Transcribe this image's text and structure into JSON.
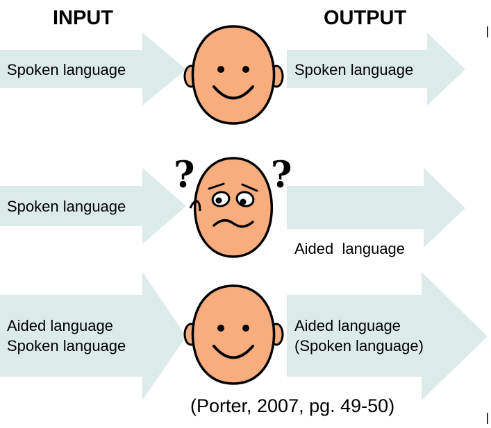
{
  "headers": {
    "input": "INPUT",
    "output": "OUTPUT"
  },
  "rows": [
    {
      "face": "happy-face",
      "input_lines": [
        "Spoken language"
      ],
      "output_lines": [
        "Spoken language"
      ]
    },
    {
      "face": "confused-face",
      "input_lines": [
        "Spoken language"
      ],
      "output_lines": [
        "Aided  language"
      ]
    },
    {
      "face": "happy-face",
      "input_lines": [
        "Aided language",
        "Spoken language"
      ],
      "output_lines": [
        "Aided language",
        "(Spoken language)"
      ]
    }
  ],
  "citation": "(Porter, 2007, pg. 49-50)",
  "colors": {
    "arrow": "#dcebea",
    "skin": "#f7ad7e",
    "outline": "#000000"
  }
}
